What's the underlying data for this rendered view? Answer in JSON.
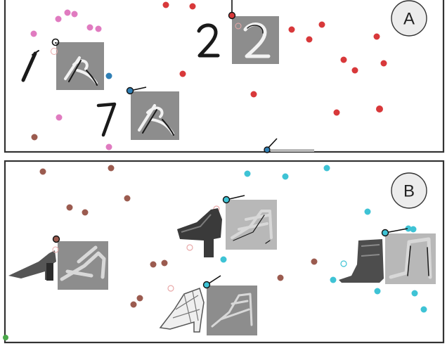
{
  "panels": [
    {
      "id": "A",
      "label": "A"
    },
    {
      "id": "B",
      "label": "B"
    }
  ],
  "colors": {
    "pink": "#e07bc0",
    "red": "#d8383a",
    "blue": "#2f7fb5",
    "brown": "#9b5b4f",
    "cyan": "#3ec3d5",
    "green": "#4aa84a",
    "frame": "#333333",
    "thumb": "#8d8d8d"
  },
  "icons": {
    "badge": "circle-letter-badge",
    "marker": "scatter-dot",
    "anchor": "ring-marker",
    "connector": "leader-line",
    "sample": "image-thumbnail"
  }
}
